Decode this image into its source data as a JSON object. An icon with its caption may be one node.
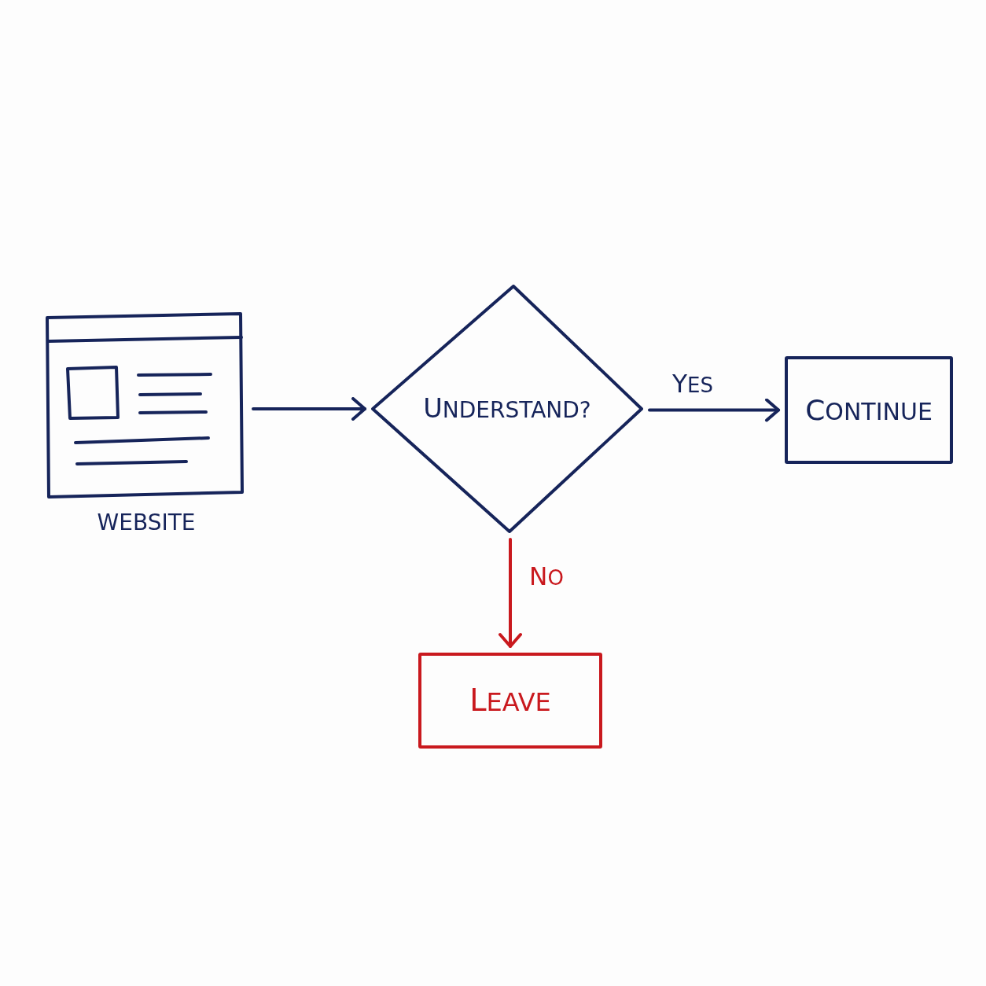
{
  "diagram": {
    "nodes": [
      {
        "text": [],
        "shape": "picture",
        "beside": [
          "WEBSITE"
        ]
      },
      {
        "text": [
          "UNDERSTAND?"
        ]
      },
      {
        "text": [
          "CONTINUE"
        ]
      },
      {
        "text": [
          "LEAVE"
        ]
      }
    ],
    "edges": [
      {
        "from": 0,
        "to": 1,
        "arrow": "to"
      },
      {
        "from": 1,
        "to": 2,
        "arrow": "to",
        "label": "YES"
      },
      {
        "from": 1,
        "to": 3,
        "arrow": "to",
        "label": "NO",
        "color": "#c9191e"
      }
    ]
  }
}
